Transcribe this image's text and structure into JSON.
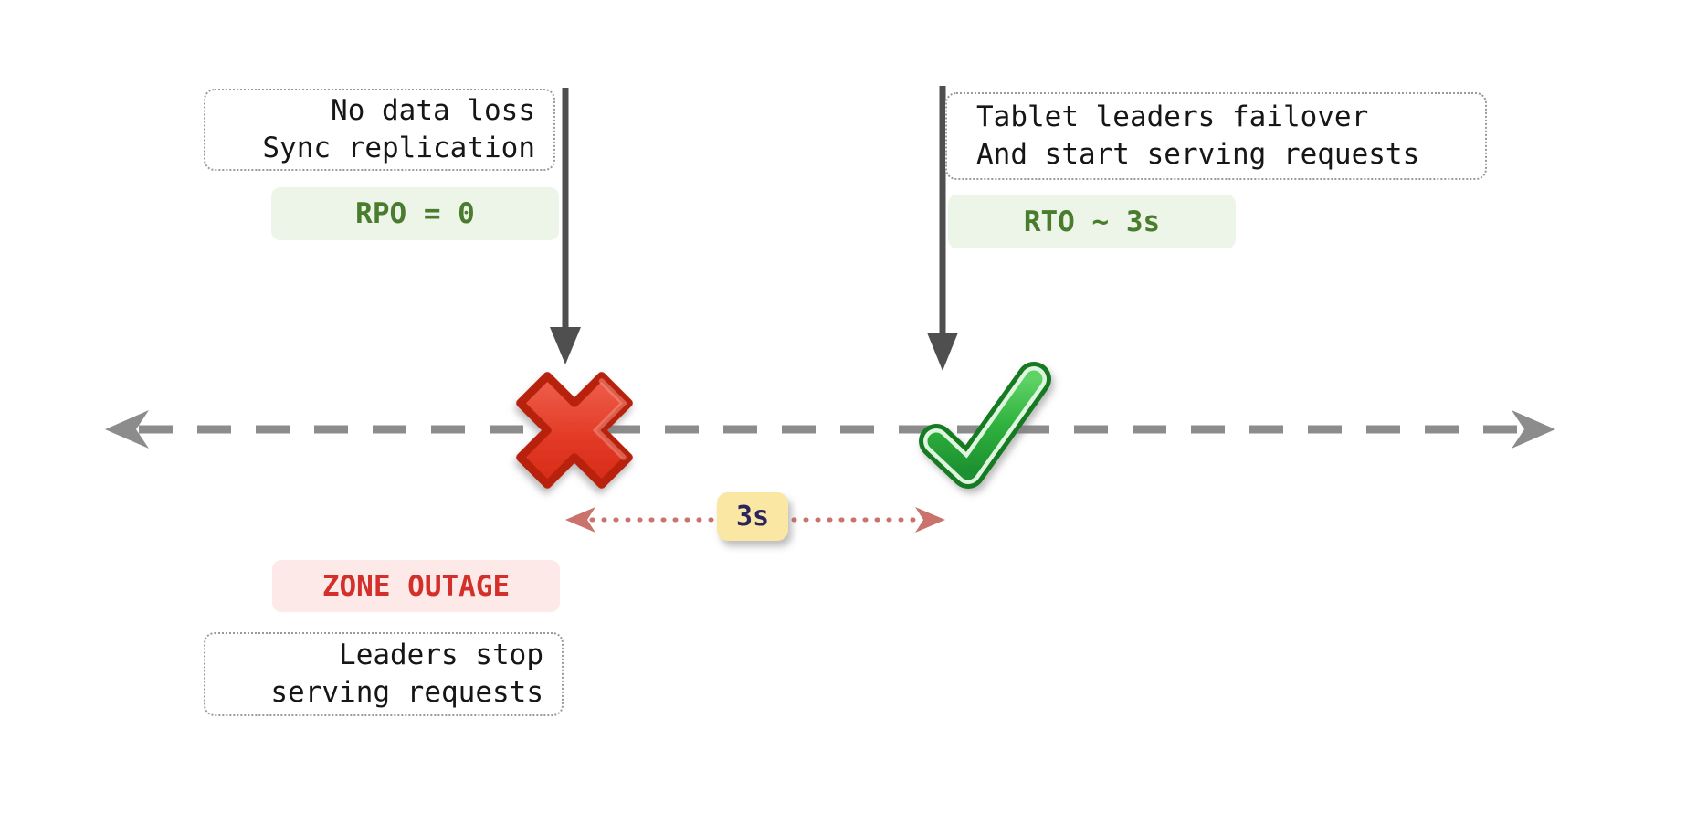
{
  "diagram": {
    "type": "timeline-failover-diagram",
    "notes": {
      "rpo": {
        "line1": "No data loss",
        "line2": "Sync replication"
      },
      "rto": {
        "line1": "Tablet leaders failover",
        "line2": "And start serving requests"
      },
      "outage": {
        "line1": "Leaders stop",
        "line2": "serving requests"
      }
    },
    "badges": {
      "rpo": "RPO = 0",
      "rto": "RTO ~ 3s",
      "gap": "3s",
      "outage": "ZONE OUTAGE"
    },
    "icons": {
      "outage_marker": "red-cross-mark",
      "recovery_marker": "green-check-mark",
      "timeline_ends": "double-headed-dashed-arrow",
      "gap_span": "dotted-double-arrow"
    },
    "colors": {
      "badge_green_bg": "#edf4e8",
      "badge_green_text": "#4a7c2e",
      "badge_red_bg": "#fdeae8",
      "badge_red_text": "#d3302c",
      "badge_yellow_bg": "#fae7a3",
      "badge_yellow_text": "#29245f",
      "timeline_gray": "#8c8c8c",
      "pointer_arrow_dark": "#4f4f4f",
      "dotted_span_salmon": "#c9736c",
      "cross_red": "#d6281a",
      "check_green": "#2fb13d",
      "note_border": "#9a9a9a"
    }
  }
}
